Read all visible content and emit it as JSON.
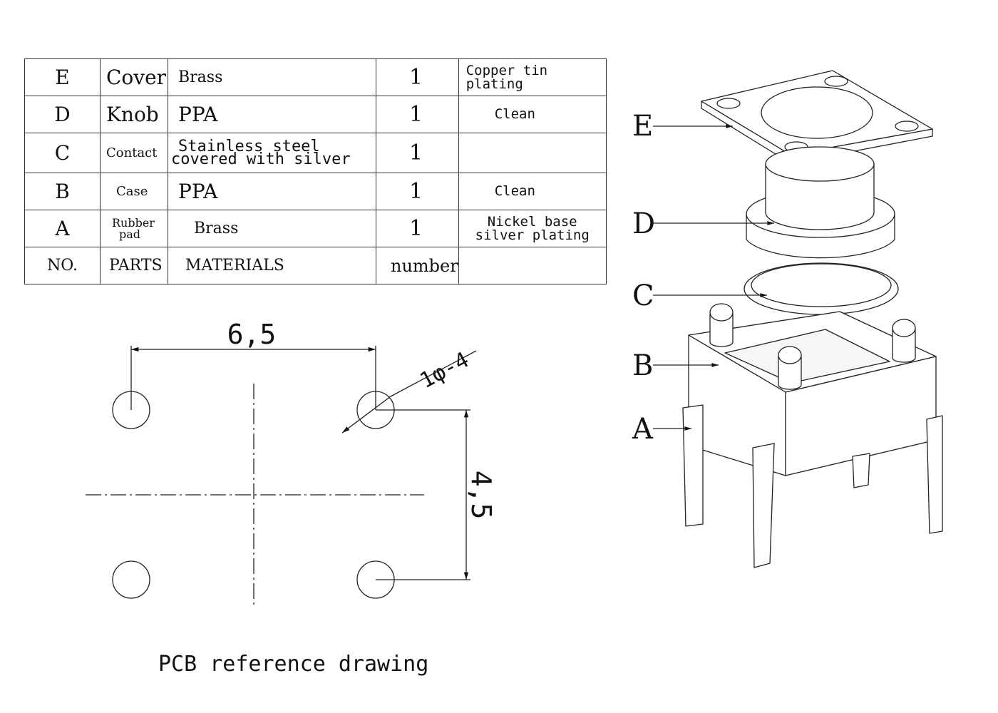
{
  "bom_table": {
    "rows": [
      {
        "no": "E",
        "part": "Cover",
        "material": "Brass",
        "material_line2": "",
        "number": "1",
        "finish": "Copper tin plating",
        "finish_line2": ""
      },
      {
        "no": "D",
        "part": "Knob",
        "material": "PPA",
        "material_line2": "",
        "number": "1",
        "finish": "Clean",
        "finish_line2": ""
      },
      {
        "no": "C",
        "part": "Contact",
        "material": "Stainless steel",
        "material_line2": "covered with silver",
        "number": "1",
        "finish": "",
        "finish_line2": ""
      },
      {
        "no": "B",
        "part": "Case",
        "material": "PPA",
        "material_line2": "",
        "number": "1",
        "finish": "Clean",
        "finish_line2": ""
      },
      {
        "no": "A",
        "part": "Rubber",
        "part_line2": "pad",
        "material": "Brass",
        "material_line2": "",
        "number": "1",
        "finish": "Nickel base",
        "finish_line2": "silver plating"
      }
    ],
    "header": {
      "no": "NO.",
      "part": "PARTS",
      "material": "MATERIALS",
      "number": "number",
      "finish": ""
    }
  },
  "pcb_drawing": {
    "caption": "PCB reference drawing",
    "dim_horizontal": "6,5",
    "dim_vertical": "4,5",
    "hole_label": "1φ-4"
  },
  "exploded_view": {
    "callouts": [
      "E",
      "D",
      "C",
      "B",
      "A"
    ]
  }
}
